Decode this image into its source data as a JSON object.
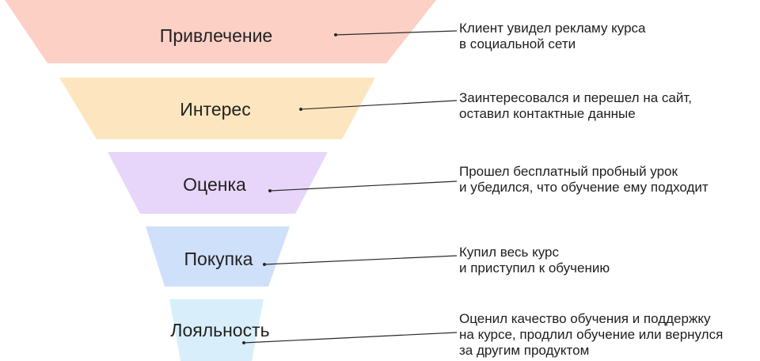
{
  "stages": [
    {
      "label": "Привлечение",
      "color": "#fdd0c6",
      "description": [
        "Клиент увидел рекламу курса",
        "в социальной сети"
      ]
    },
    {
      "label": "Интерес",
      "color": "#fde6bf",
      "description": [
        "Заинтересовался и перешел на сайт,",
        "оставил контактные данные"
      ]
    },
    {
      "label": "Оценка",
      "color": "#e7d6fa",
      "description": [
        "Прошел бесплатный пробный урок",
        "и убедился, что обучение ему подходит"
      ]
    },
    {
      "label": "Покупка",
      "color": "#cfe0fb",
      "description": [
        "Купил весь курс",
        "и приступил к обучению"
      ]
    },
    {
      "label": "Лояльность",
      "color": "#d9eefb",
      "description": [
        "Оценил качество обучения и поддержку",
        "на курсе, продлил обучение или вернулся",
        "за другим продуктом"
      ]
    }
  ],
  "colors": {
    "line": "#2a2a2a",
    "text": "#222222"
  }
}
